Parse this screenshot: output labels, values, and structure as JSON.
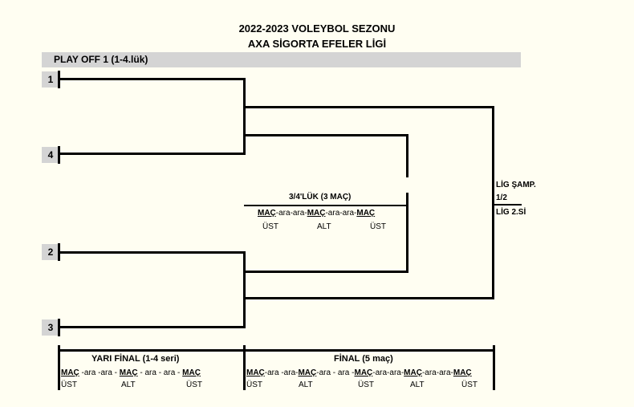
{
  "header": {
    "title_line1": "2022-2023 VOLEYBOL SEZONU",
    "title_line2": "AXA SİGORTA EFELER LİGİ"
  },
  "section": {
    "label": "PLAY OFF 1 (1-4.lük)"
  },
  "seeds": [
    "1",
    "4",
    "2",
    "3"
  ],
  "third_place": {
    "title": "3/4'LÜK (3 MAÇ)",
    "schedule": {
      "mac1": "MAÇ",
      "sep1": "-ara-ara-",
      "mac2": "MAÇ",
      "sep2": "-ara-ara-",
      "mac3": "MAÇ"
    },
    "venues": [
      "ÜST",
      "ALT",
      "ÜST"
    ]
  },
  "champion": {
    "line1": "LİG ŞAMP.",
    "line2": "1/2",
    "line3": "LİG 2.Sİ"
  },
  "semi_final": {
    "title": "YARI FİNAL (1-4 seri)",
    "schedule": {
      "mac1": "MAÇ",
      "sep1": " -ara -ara - ",
      "mac2": "MAÇ",
      "sep2": " - ara - ara - ",
      "mac3": "MAÇ"
    },
    "venues": [
      "ÜST",
      "ALT",
      "ÜST"
    ]
  },
  "final": {
    "title": "FİNAL (5 maç)",
    "schedule": {
      "mac1": "MAÇ",
      "sep1": "-ara -ara-",
      "mac2": "MAÇ",
      "sep2": "-ara - ara -",
      "mac3": "MAÇ",
      "sep3": "-ara-ara-",
      "mac4": "MAÇ",
      "sep4": "-ara-ara-",
      "mac5": "MAÇ"
    },
    "venues": [
      "ÜST",
      "ALT",
      "ÜST",
      "ALT",
      "ÜST"
    ]
  }
}
